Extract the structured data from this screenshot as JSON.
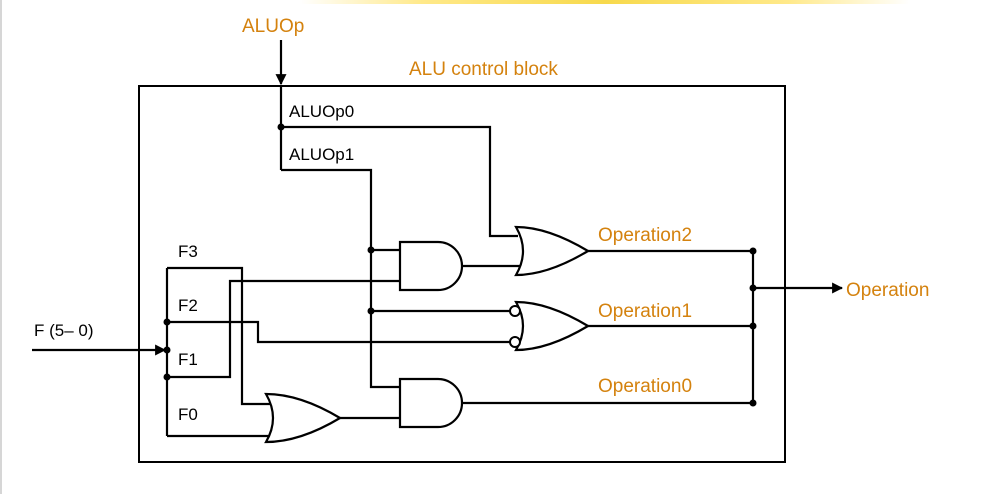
{
  "title": "ALU control block",
  "colors": {
    "label_accent": "#d4820e",
    "line": "#000000",
    "top_strip": "#f7d94c"
  },
  "inputs": {
    "aluop": "ALUOp",
    "aluop0": "ALUOp0",
    "aluop1": "ALUOp1",
    "funct": "F (5– 0)",
    "f3": "F3",
    "f2": "F2",
    "f1": "F1",
    "f0": "F0"
  },
  "outputs": {
    "operation2": "Operation2",
    "operation1": "Operation1",
    "operation0": "Operation0",
    "operation": "Operation"
  },
  "gates": [
    {
      "id": "and-top",
      "type": "AND"
    },
    {
      "id": "or-op2",
      "type": "OR"
    },
    {
      "id": "or-op1",
      "type": "OR",
      "inverted_inputs": true
    },
    {
      "id": "and-bottom",
      "type": "AND"
    },
    {
      "id": "or-f",
      "type": "OR"
    }
  ]
}
